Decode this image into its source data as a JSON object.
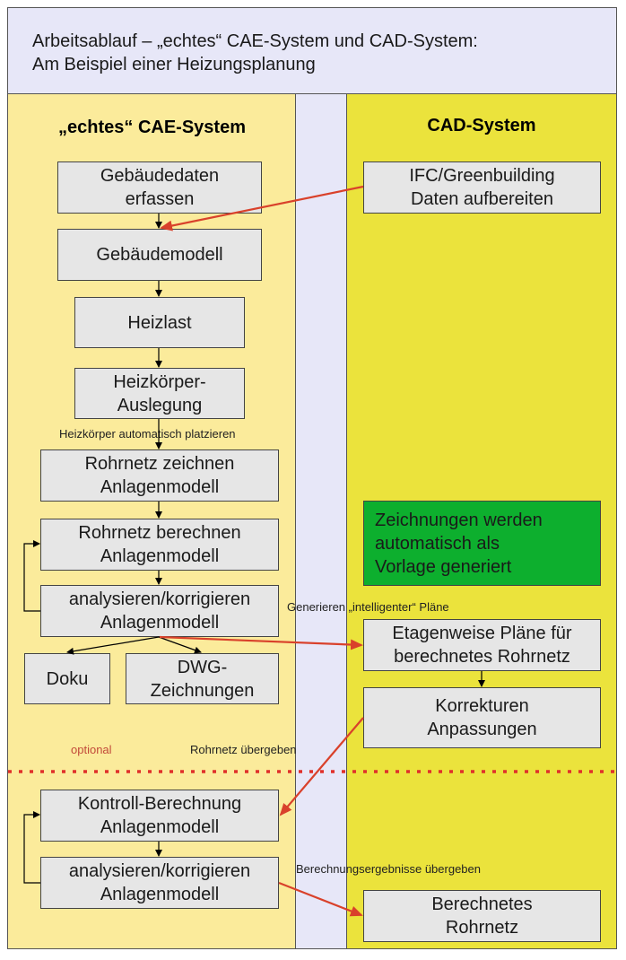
{
  "header": {
    "line1": "Arbeitsablauf – „echtes“ CAE-System und CAD-System:",
    "line2": "Am Beispiel einer Heizungsplanung"
  },
  "columns": {
    "left_title": "„echtes“ CAE-System",
    "right_title": "CAD-System"
  },
  "cae_boxes": {
    "gebaeudedaten": [
      "Gebäudedaten",
      "erfassen"
    ],
    "gebaeudemodell": [
      "Gebäudemodell"
    ],
    "heizlast": [
      "Heizlast"
    ],
    "heizkoerper": [
      "Heizkörper-",
      "Auslegung"
    ],
    "rohrnetz_zeichnen": [
      "Rohrnetz zeichnen",
      "Anlagenmodell"
    ],
    "rohrnetz_berechnen": [
      "Rohrnetz berechnen",
      "Anlagenmodell"
    ],
    "analysieren1": [
      "analysieren/korrigieren",
      "Anlagenmodell"
    ],
    "doku": [
      "Doku"
    ],
    "dwg": [
      "DWG-",
      "Zeichnungen"
    ],
    "kontroll": [
      "Kontroll-Berechnung",
      "Anlagenmodell"
    ],
    "analysieren2": [
      "analysieren/korrigieren",
      "Anlagenmodell"
    ]
  },
  "cad_boxes": {
    "ifc": [
      "IFC/Greenbuilding",
      "Daten aufbereiten"
    ],
    "zeichnungen": [
      "Zeichnungen werden",
      "automatisch als",
      "Vorlage generiert"
    ],
    "etagenweise": [
      "Etagenweise Pläne für",
      "berechnetes Rohrnetz"
    ],
    "korrekturen": [
      "Korrekturen",
      "Anpassungen"
    ],
    "berechnetes": [
      "Berechnetes",
      "Rohrnetz"
    ]
  },
  "notes": {
    "heizkoerper_platzieren": "Heizkörper automatisch platzieren",
    "generieren": "Generieren „intelligenter“ Pläne",
    "optional": "optional",
    "rohrnetz_uebergeben": "Rohrnetz übergeben",
    "ergebnisse": "Berechnungsergebnisse übergeben"
  },
  "colors": {
    "header_bg": "#e7e7f8",
    "cae_column": "#fbeb9b",
    "cad_column": "#ebe33c",
    "box_fill": "#e6e6e6",
    "green_box": "#0daf2e",
    "transfer_arrow": "#d9412b",
    "optional_divider": "#e0302a"
  }
}
